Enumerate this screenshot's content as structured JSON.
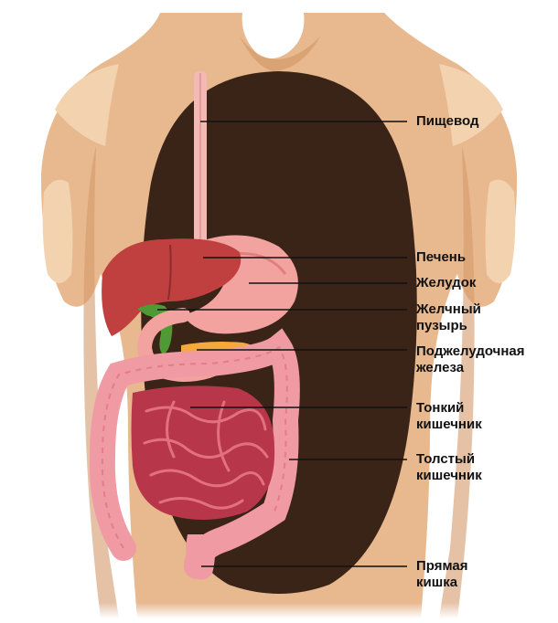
{
  "labels": {
    "esophagus": [
      "Пищевод"
    ],
    "liver": [
      "Печень"
    ],
    "stomach": [
      "Желудок"
    ],
    "gallbladder": [
      "Желчный",
      "пузырь"
    ],
    "pancreas": [
      "Поджелудочная",
      "железа"
    ],
    "small_intestine": [
      "Тонкий",
      "кишечник"
    ],
    "large_intestine": [
      "Толстый",
      "кишечник"
    ],
    "rectum": [
      "Прямая",
      "кишка"
    ]
  },
  "colors": {
    "skin": "#e8b88e",
    "skin_shadow": "#d39a6a",
    "skin_highlight": "#f3d2b0",
    "cavity": "#3a2418",
    "liver": "#c0403f",
    "stomach": "#f2a3a0",
    "gallbladder": "#4f9a35",
    "pancreas": "#f4a93a",
    "small_intestine": "#b7364a",
    "large_intestine": "#f09aa4",
    "esophagus": "#f4b9b5",
    "leader_line": "#111111"
  }
}
